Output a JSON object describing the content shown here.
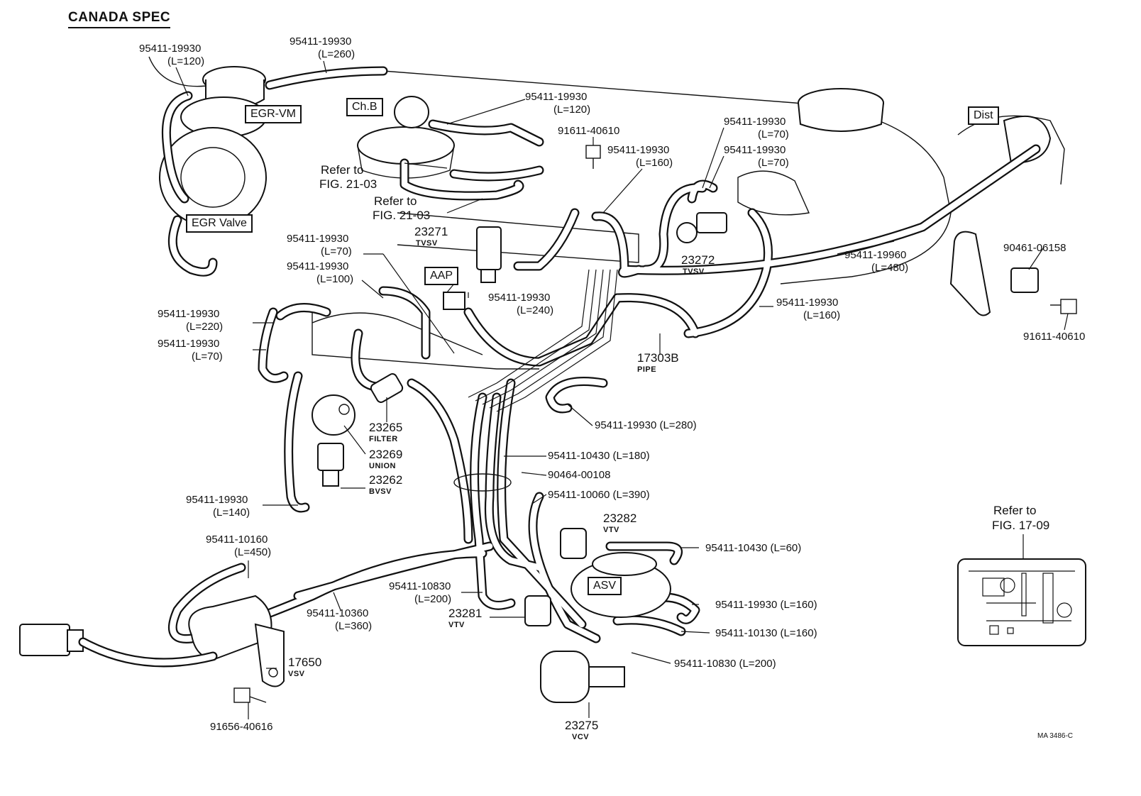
{
  "title": "CANADA SPEC",
  "drawing_code": "MA 3486-C",
  "boxed_labels": {
    "egr_vm": "EGR-VM",
    "egr_valve": "EGR Valve",
    "ch_b": "Ch.B",
    "aap": "AAP",
    "dist": "Dist",
    "asv": "ASV"
  },
  "references": {
    "fig_21_03_a": [
      "Refer to",
      "FIG. 21-03"
    ],
    "fig_21_03_b": [
      "Refer to",
      "FIG. 21-03"
    ],
    "fig_17_09": [
      "Refer to",
      "FIG. 17-09"
    ]
  },
  "hoses": [
    {
      "id": "h120a",
      "part": "95411-19930",
      "length": "(L=120)"
    },
    {
      "id": "h260",
      "part": "95411-19930",
      "length": "(L=260)"
    },
    {
      "id": "h120b",
      "part": "95411-19930",
      "length": "(L=120)"
    },
    {
      "id": "h70a",
      "part": "95411-19930",
      "length": "(L=70)"
    },
    {
      "id": "h160a",
      "part": "95411-19930",
      "length": "(L=160)"
    },
    {
      "id": "h70b",
      "part": "95411-19930",
      "length": "(L=70)"
    },
    {
      "id": "h70c",
      "part": "95411-19930",
      "length": "(L=70)"
    },
    {
      "id": "h100",
      "part": "95411-19930",
      "length": "(L=100)"
    },
    {
      "id": "h220",
      "part": "95411-19930",
      "length": "(L=220)"
    },
    {
      "id": "h70d",
      "part": "95411-19930",
      "length": "(L=70)"
    },
    {
      "id": "h240",
      "part": "95411-19930",
      "length": "(L=240)"
    },
    {
      "id": "h480",
      "part": "95411-19960",
      "length": "(L=480)"
    },
    {
      "id": "h160b",
      "part": "95411-19930",
      "length": "(L=160)"
    },
    {
      "id": "h140",
      "part": "95411-19930",
      "length": "(L=140)"
    },
    {
      "id": "h450",
      "part": "95411-10160",
      "length": "(L=450)"
    },
    {
      "id": "h360",
      "part": "95411-10360",
      "length": "(L=360)"
    },
    {
      "id": "h200a",
      "part": "95411-10830",
      "length": "(L=200)"
    }
  ],
  "inline_hoses": {
    "h280": "95411-19930 (L=280)",
    "h180": "95411-10430   (L=180)",
    "h390": "95411-10060 (L=390)",
    "h60": "95411-10430 (L=60)",
    "h160c": "95411-19930 (L=160)",
    "h160d": "95411-10130 (L=160)",
    "h200b": "95411-10830 (L=200)"
  },
  "parts": {
    "p91611a": "91611-40610",
    "p91611b": "91611-40610",
    "p90461": "90461-06158",
    "p90464": "90464-00108",
    "p91656": "91656-40616"
  },
  "components": {
    "tvsv1": {
      "num": "23271",
      "name": "TVSV"
    },
    "tvsv2": {
      "num": "23272",
      "name": "TVSV"
    },
    "pipe": {
      "num": "17303B",
      "name": "PIPE"
    },
    "filter": {
      "num": "23265",
      "name": "FILTER"
    },
    "union": {
      "num": "23269",
      "name": "UNION"
    },
    "bvsv": {
      "num": "23262",
      "name": "BVSV"
    },
    "vtv1": {
      "num": "23282",
      "name": "VTV"
    },
    "vtv2": {
      "num": "23281",
      "name": "VTV"
    },
    "vsv": {
      "num": "17650",
      "name": "VSV"
    },
    "vcv": {
      "num": "23275",
      "name": "VCV"
    }
  }
}
